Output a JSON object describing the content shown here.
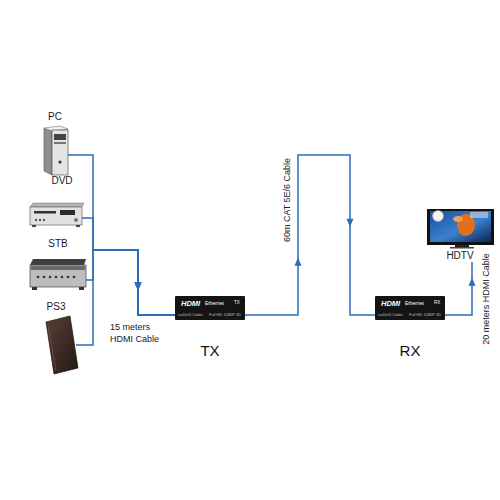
{
  "diagram": {
    "nodes": [
      {
        "text": [
          "PC"
        ]
      },
      {
        "text": [
          "DVD"
        ]
      },
      {
        "text": [
          "STB"
        ]
      },
      {
        "text": [
          "PS3"
        ]
      },
      {
        "text": [
          "HDMI",
          "Ethernet",
          "TX",
          "cat5e/6 Cable",
          "Full HD 1080P 3D",
          "TX"
        ]
      },
      {
        "text": [
          "HDMI",
          "Ethernet",
          "RX",
          "cat5e/6 Cable",
          "Full HD 1080P 3D",
          "RX"
        ]
      },
      {
        "text": [
          "HDTV"
        ]
      }
    ],
    "edges": [
      {
        "from": 0,
        "to": 4,
        "arrow": "to"
      },
      {
        "from": 1,
        "to": 4,
        "arrow": "to"
      },
      {
        "from": 2,
        "to": 4,
        "arrow": "to"
      },
      {
        "from": 3,
        "to": 4,
        "arrow": "to"
      },
      {
        "from": 4,
        "to": 5,
        "arrow": "to",
        "label": "60m CAT 5E/6 Cable"
      },
      {
        "from": 5,
        "to": 6,
        "arrow": "to",
        "label": "20 meters HDMI Cable"
      }
    ],
    "labels": [
      "15 meters HDMI Cable"
    ]
  }
}
